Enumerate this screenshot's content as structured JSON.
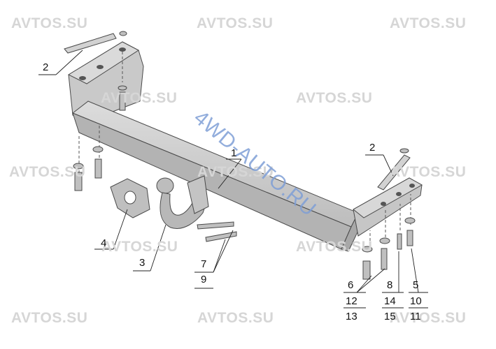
{
  "watermarks": {
    "main": "AVTOS.SU",
    "overlay": "4WD-AUTO.RU"
  },
  "callouts": [
    "1",
    "2",
    "2",
    "3",
    "4",
    "5",
    "6",
    "7",
    "8",
    "9",
    "10",
    "11",
    "12",
    "13",
    "14",
    "15"
  ],
  "colors": {
    "part_fill": "#c4c4c4",
    "part_stroke": "#4a4a4a",
    "watermark": "#d6d6d6",
    "overlay": "#7f9fd6"
  }
}
